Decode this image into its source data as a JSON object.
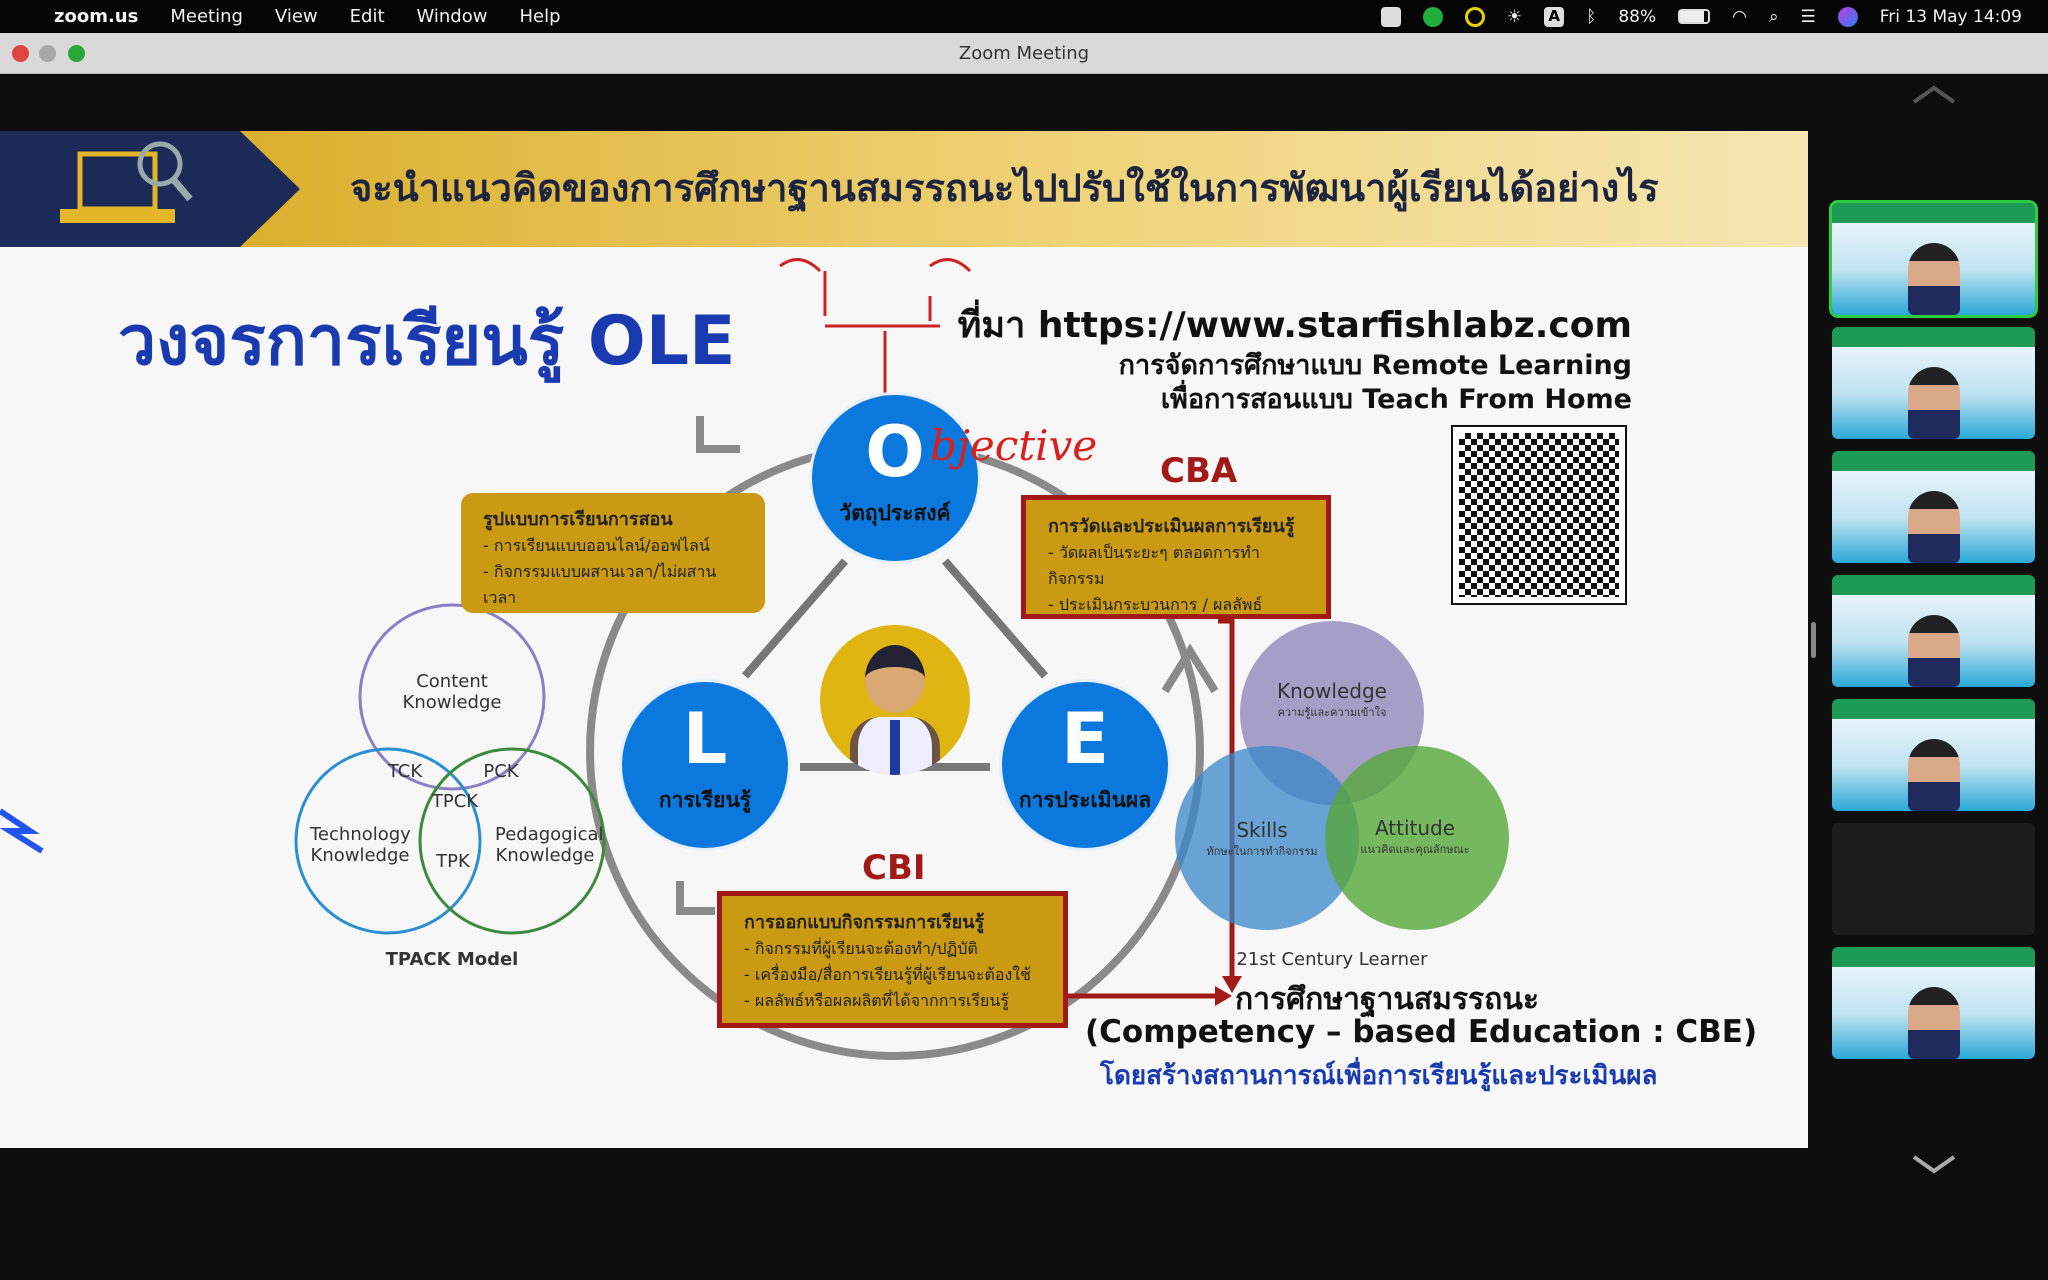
{
  "menubar": {
    "app": "zoom.us",
    "items": [
      "Meeting",
      "View",
      "Edit",
      "Window",
      "Help"
    ],
    "battery": "88%",
    "datetime": "Fri 13 May  14:09"
  },
  "window": {
    "title": "Zoom Meeting"
  },
  "slide": {
    "banner_title": "จะนำแนวคิดของการศึกษาฐานสมรรถนะไปปรับใช้ในการพัฒนาผู้เรียนได้อย่างไร",
    "title": "วงจรการเรียนรู้ OLE",
    "source": "ที่มา https://www.starfishlabz.com",
    "source_line2": "การจัดการศึกษาแบบ Remote Learning",
    "source_line3": "เพื่อการสอนแบบ Teach From Home",
    "o": {
      "letter": "O",
      "caption": "วัตถุประสงค์"
    },
    "l": {
      "letter": "L",
      "caption": "การเรียนรู้"
    },
    "e": {
      "letter": "E",
      "caption": "การประเมินผล"
    },
    "annotation": "bjective",
    "box_left": {
      "title": "รูปแบบการเรียนการสอน",
      "items": [
        "- การเรียนแบบออนไลน์/ออฟไลน์",
        "- กิจกรรมแบบผสานเวลา/ไม่ผสานเวลา"
      ]
    },
    "cba": {
      "label": "CBA",
      "title": "การวัดและประเมินผลการเรียนรู้",
      "items": [
        "- วัดผลเป็นระยะๆ ตลอดการทำกิจกรรม",
        "- ประเมินกระบวนการ / ผลลัพธ์"
      ]
    },
    "cbi": {
      "label": "CBI",
      "title": "การออกแบบกิจกรรมการเรียนรู้",
      "items": [
        "- กิจกรรมที่ผู้เรียนจะต้องทำ/ปฏิบัติ",
        "- เครื่องมือ/สื่อการเรียนรู้ที่ผู้เรียนจะต้องใช้",
        "- ผลลัพธ์หรือผลผลิตที่ได้จากการเรียนรู้"
      ]
    },
    "tpack": {
      "content": "Content Knowledge",
      "technology": "Technology Knowledge",
      "pedagogical": "Pedagogical Knowledge",
      "tck": "TCK",
      "pck": "PCK",
      "tpk": "TPK",
      "tpck": "TPCK",
      "label": "TPACK Model"
    },
    "century": {
      "knowledge": "Knowledge",
      "knowledge_th": "ความรู้และความเข้าใจ",
      "skills": "Skills",
      "skills_th": "ทักษะในการทำกิจกรรม",
      "attitude": "Attitude",
      "attitude_th": "แนวคิดและคุณลักษณะ",
      "label": "21st Century Learner"
    },
    "cbe_th": "การศึกษาฐานสมรรถนะ",
    "cbe_en": "(Competency – based Education : CBE)",
    "cbe_sub": "โดยสร้างสถานการณ์เพื่อการเรียนรู้และประเมินผล"
  },
  "participants": [
    {
      "video": true
    },
    {
      "video": true
    },
    {
      "video": true
    },
    {
      "video": true
    },
    {
      "video": true
    },
    {
      "video": false
    },
    {
      "video": true
    }
  ]
}
